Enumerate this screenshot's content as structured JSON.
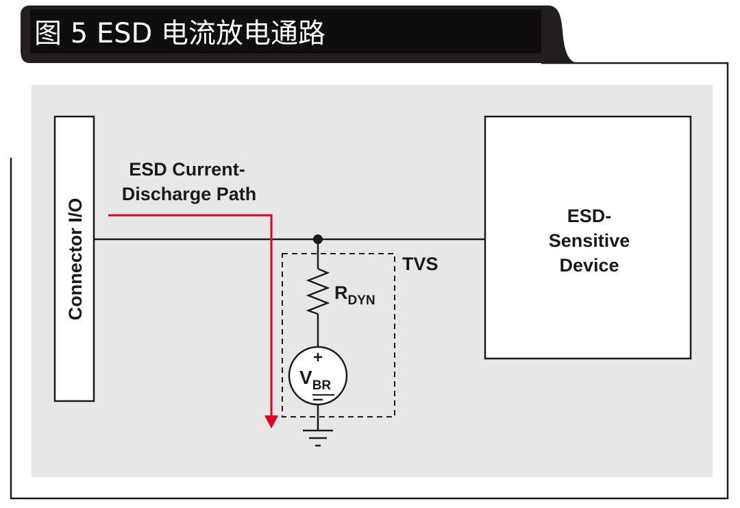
{
  "figure": {
    "title": "图 5 ESD 电流放电通路"
  },
  "diagram": {
    "connector_label": "Connector I/O",
    "path_label_line1": "ESD Current-",
    "path_label_line2": "Discharge Path",
    "tvs_label": "TVS",
    "resistor_label_main": "R",
    "resistor_label_sub": "DYN",
    "source_label_main": "V",
    "source_label_sub": "BR",
    "source_plus": "+",
    "source_minus": "−",
    "device_label_line1": "ESD-",
    "device_label_line2": "Sensitive",
    "device_label_line3": "Device"
  },
  "colors": {
    "title_bg": "#231f20",
    "panel_bg": "#e6e7e6",
    "wire": "#1a1a1a",
    "esd_path": "#e2001a",
    "frame": "#1a1a1a"
  }
}
